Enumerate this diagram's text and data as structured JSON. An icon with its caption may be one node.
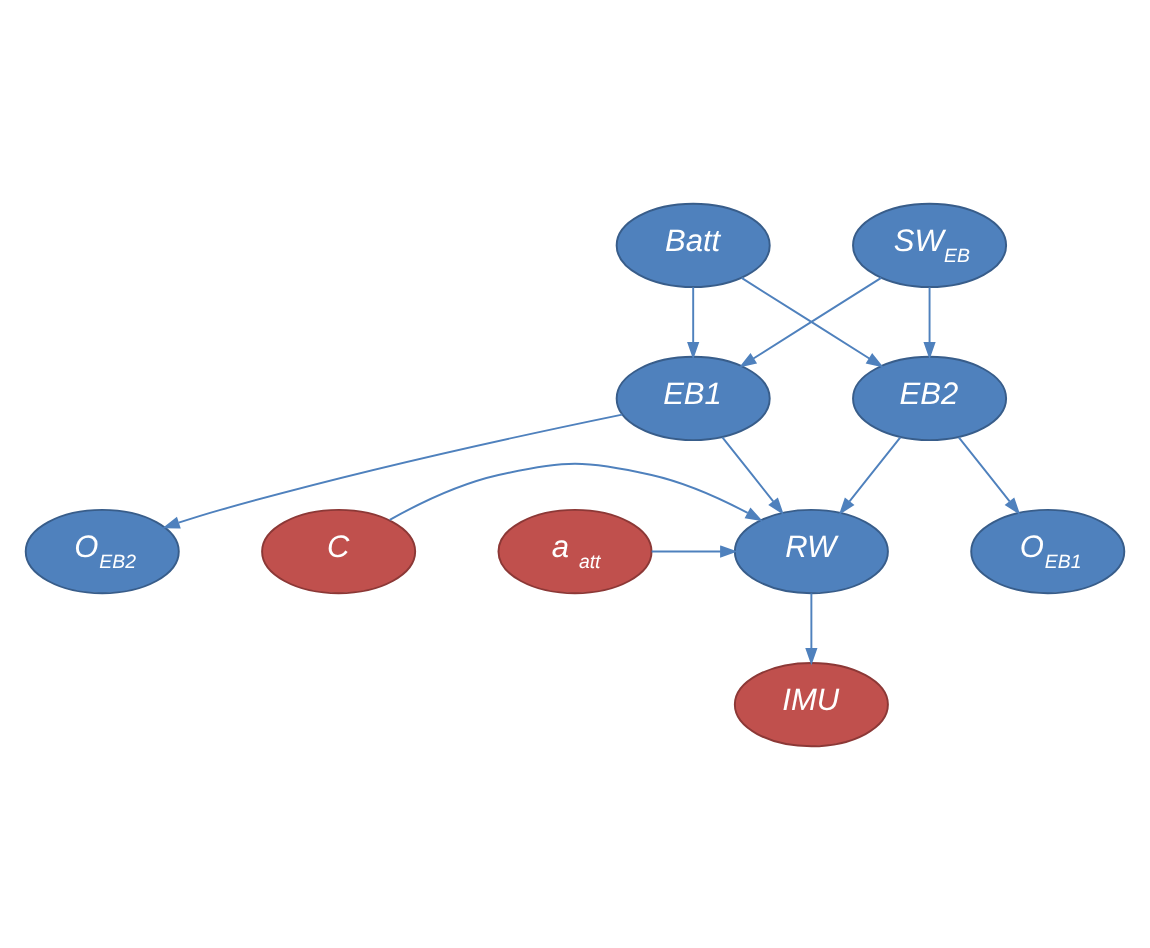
{
  "diagram": {
    "nodes": [
      {
        "text": [
          "Batt"
        ]
      },
      {
        "text": [
          "SW$_{EB}$"
        ]
      },
      {
        "text": [
          "EB1"
        ]
      },
      {
        "text": [
          "EB2"
        ]
      },
      {
        "text": [
          "O$_{EB2}$"
        ]
      },
      {
        "text": [
          "O$_{EB1}$"
        ]
      },
      {
        "text": [
          "C"
        ]
      },
      {
        "text": [
          "RW"
        ]
      },
      {
        "text": [
          "a $_{att}$"
        ]
      },
      {
        "text": [
          "IMU"
        ]
      }
    ],
    "edges": [
      {
        "from": 0,
        "to": 2,
        "arrow": "to"
      },
      {
        "from": 0,
        "to": 3,
        "arrow": "to"
      },
      {
        "from": 1,
        "to": 2,
        "arrow": "to"
      },
      {
        "from": 1,
        "to": 3,
        "arrow": "to"
      },
      {
        "from": 2,
        "to": 4,
        "arrow": "to"
      },
      {
        "from": 3,
        "to": 5,
        "arrow": "to"
      },
      {
        "from": 2,
        "to": 7,
        "arrow": "to"
      },
      {
        "from": 3,
        "to": 7,
        "arrow": "to"
      },
      {
        "from": 6,
        "to": 7,
        "arrow": "to"
      },
      {
        "from": 8,
        "to": 7,
        "arrow": "to"
      },
      {
        "from": 7,
        "to": 9,
        "arrow": "to"
      }
    ]
  }
}
